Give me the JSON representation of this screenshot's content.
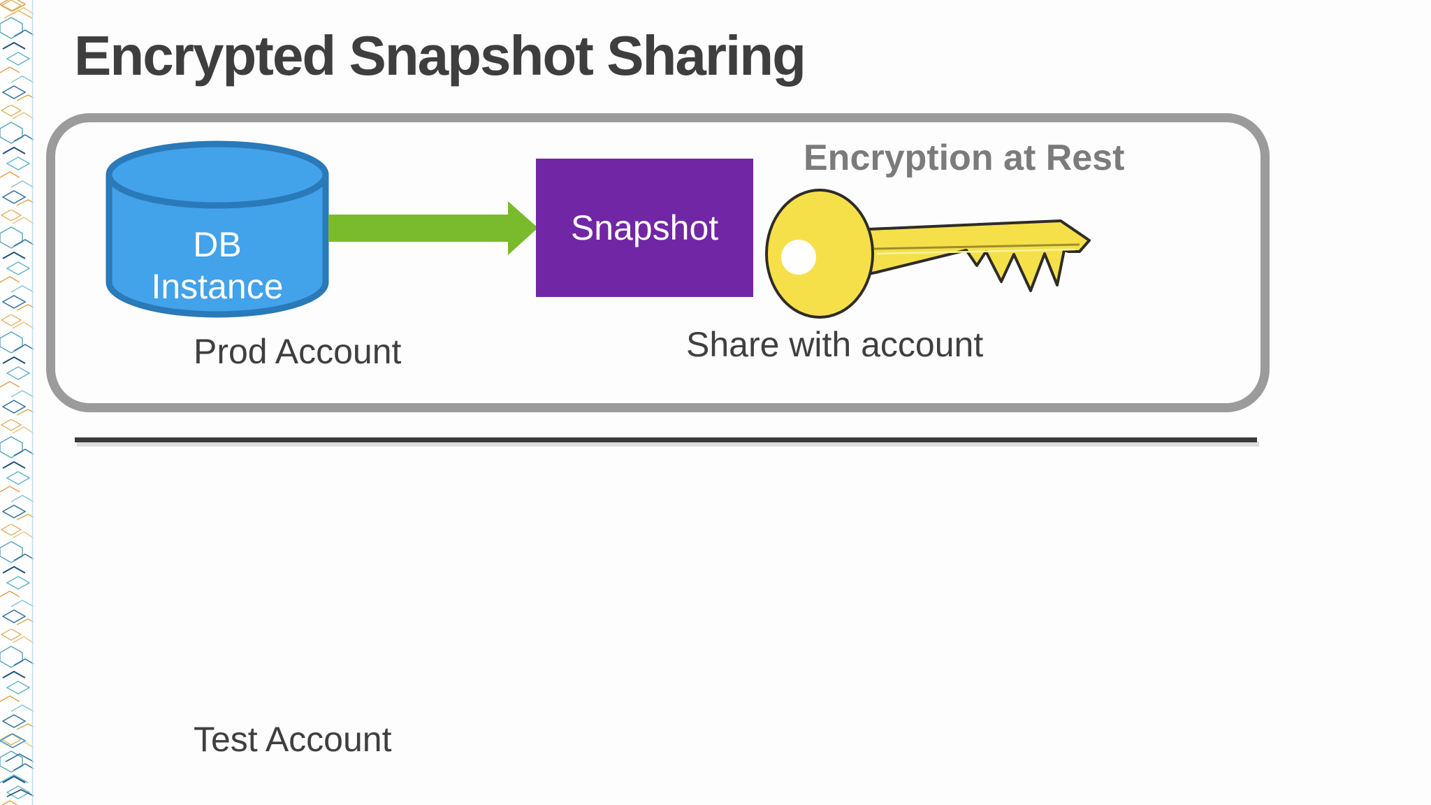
{
  "slide": {
    "title": "Encrypted Snapshot Sharing",
    "prod_group": {
      "db_instance": {
        "line1": "DB",
        "line2": "Instance"
      },
      "snapshot_label": "Snapshot",
      "encryption_at_rest_label": "Encryption at Rest",
      "share_with_account_label": "Share with account",
      "prod_account_label": "Prod Account"
    },
    "test_group": {
      "test_account_label": "Test Account"
    },
    "icons": {
      "db_cylinder": "database-cylinder-icon",
      "flow_arrow": "green-right-arrow-icon",
      "encryption_key": "yellow-key-icon",
      "left_strip": "circuit-pattern-strip"
    },
    "colors": {
      "db_fill": "#42A2EA",
      "db_stroke": "#2A79B8",
      "arrow_green": "#7ABB2D",
      "snapshot_purple": "#7127A5",
      "key_yellow": "#F5E04A",
      "container_border": "#9B9B9B",
      "divider": "#3A3A3D",
      "title_text": "#3E3E3E",
      "muted_heading_text": "#7B7B7B",
      "label_text": "#3F3F3F"
    }
  }
}
